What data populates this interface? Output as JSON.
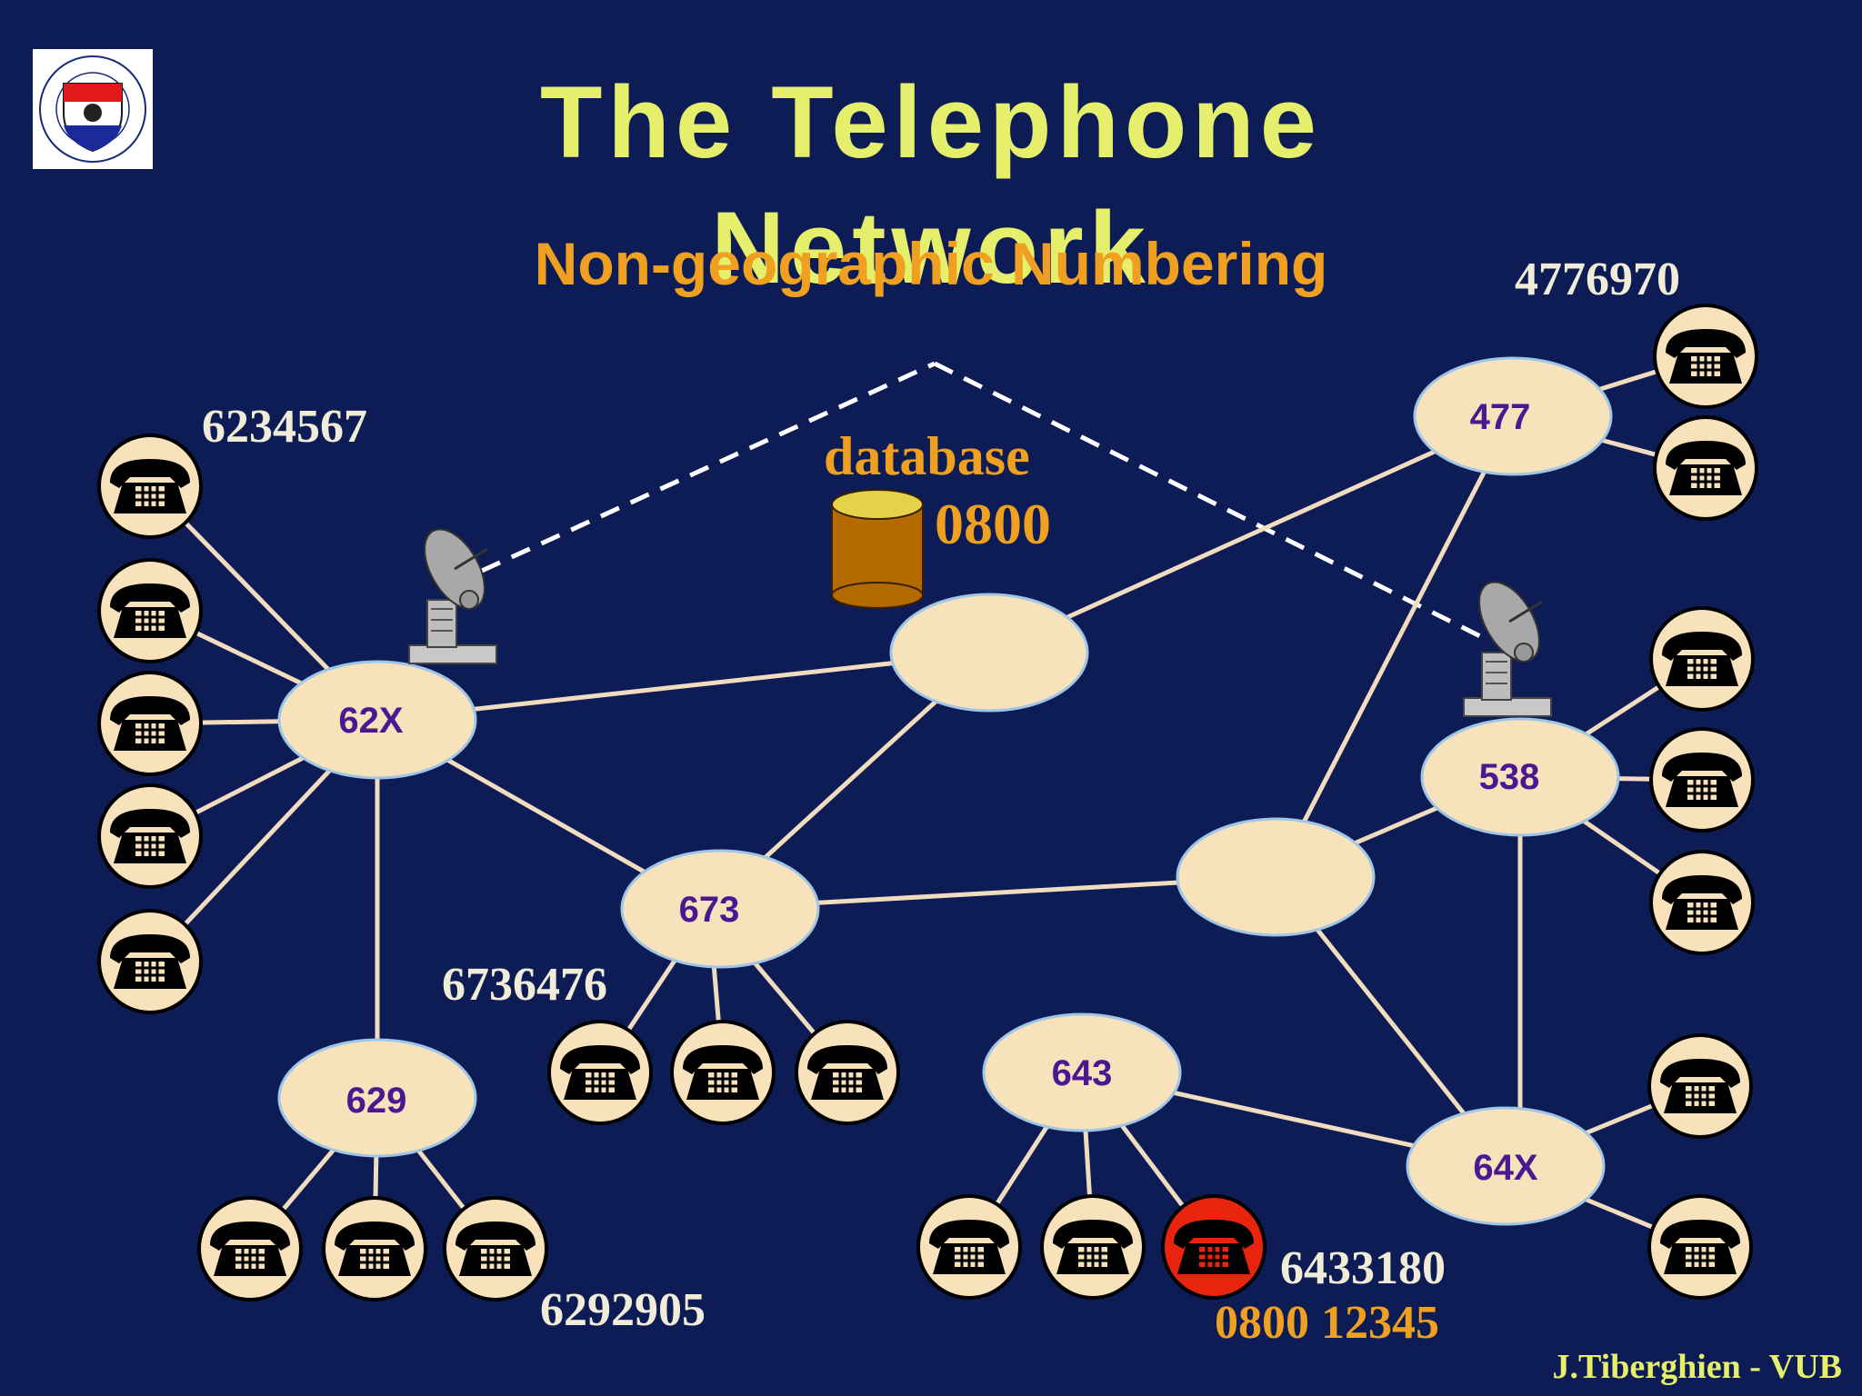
{
  "slide": {
    "title_line1": "The Telephone",
    "title_line2": "Network",
    "subtitle": "Non-geographic Numbering",
    "credit": "J.Tiberghien - VUB"
  },
  "database": {
    "label": "database",
    "number": "0800"
  },
  "exchanges": [
    {
      "id": "x62",
      "label": "62X"
    },
    {
      "id": "x629",
      "label": "629"
    },
    {
      "id": "x673",
      "label": "673"
    },
    {
      "id": "hub1",
      "label": ""
    },
    {
      "id": "x477",
      "label": "477"
    },
    {
      "id": "x538",
      "label": "538"
    },
    {
      "id": "hub2",
      "label": ""
    },
    {
      "id": "x643",
      "label": "643"
    },
    {
      "id": "x64",
      "label": "64X"
    }
  ],
  "subscriber_numbers": {
    "n62": "6234567",
    "n477": "4776970",
    "n673": "6736476",
    "n629": "6292905",
    "n643": "6433180",
    "n0800": "0800 12345"
  },
  "colors": {
    "background": "#0e1c55",
    "node_fill": "#f7e2bb",
    "node_label": "#4a1890",
    "link": "#f2dcc0",
    "title": "#e6ef6c",
    "accent_orange": "#f0a020",
    "highlight_phone": "#e8230e"
  },
  "icons": [
    "telephone-icon",
    "satellite-dish-icon",
    "database-icon",
    "university-seal-logo"
  ]
}
